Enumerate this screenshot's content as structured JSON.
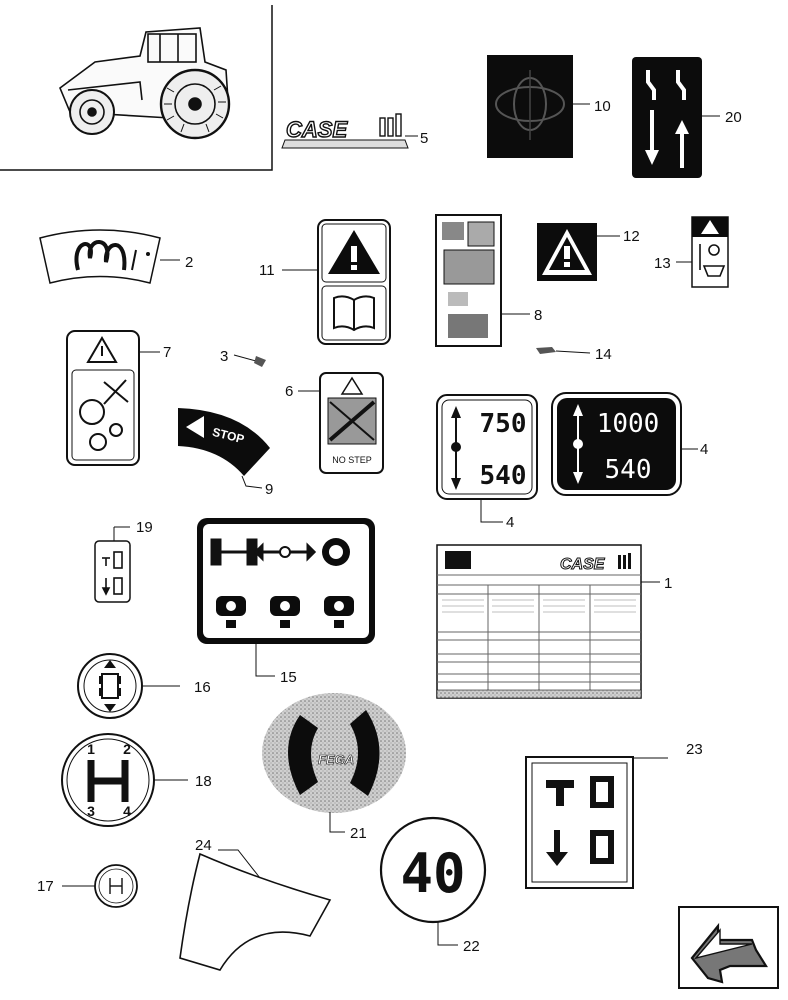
{
  "callouts": {
    "c1": "1",
    "c2": "2",
    "c3": "3",
    "c4a": "4",
    "c4b": "4",
    "c5": "5",
    "c6": "6",
    "c7": "7",
    "c8": "8",
    "c9": "9",
    "c10": "10",
    "c11": "11",
    "c12": "12",
    "c13": "13",
    "c14": "14",
    "c15": "15",
    "c16": "16",
    "c17": "17",
    "c18": "18",
    "c19": "19",
    "c20": "20",
    "c21": "21",
    "c22": "22",
    "c23": "23",
    "c24": "24"
  },
  "decals": {
    "case_logo": "CASE",
    "stop": "STOP",
    "no_step": "NO STEP",
    "pto_small": {
      "top": "750",
      "bottom": "540"
    },
    "pto_large": {
      "top": "1000",
      "bottom": "540"
    },
    "fegal": "FEGA",
    "speed": "40",
    "gear": {
      "g1": "1",
      "g2": "2",
      "g3": "3",
      "g4": "4"
    },
    "case_plate": "CASE"
  },
  "icons": {
    "nav": "next-page-arrow-icon",
    "warning": "warning-triangle-icon",
    "manual": "manual-book-icon"
  },
  "colors": {
    "ink": "#111111",
    "decal_bg": "#0c0c0c",
    "paper": "#ffffff"
  }
}
